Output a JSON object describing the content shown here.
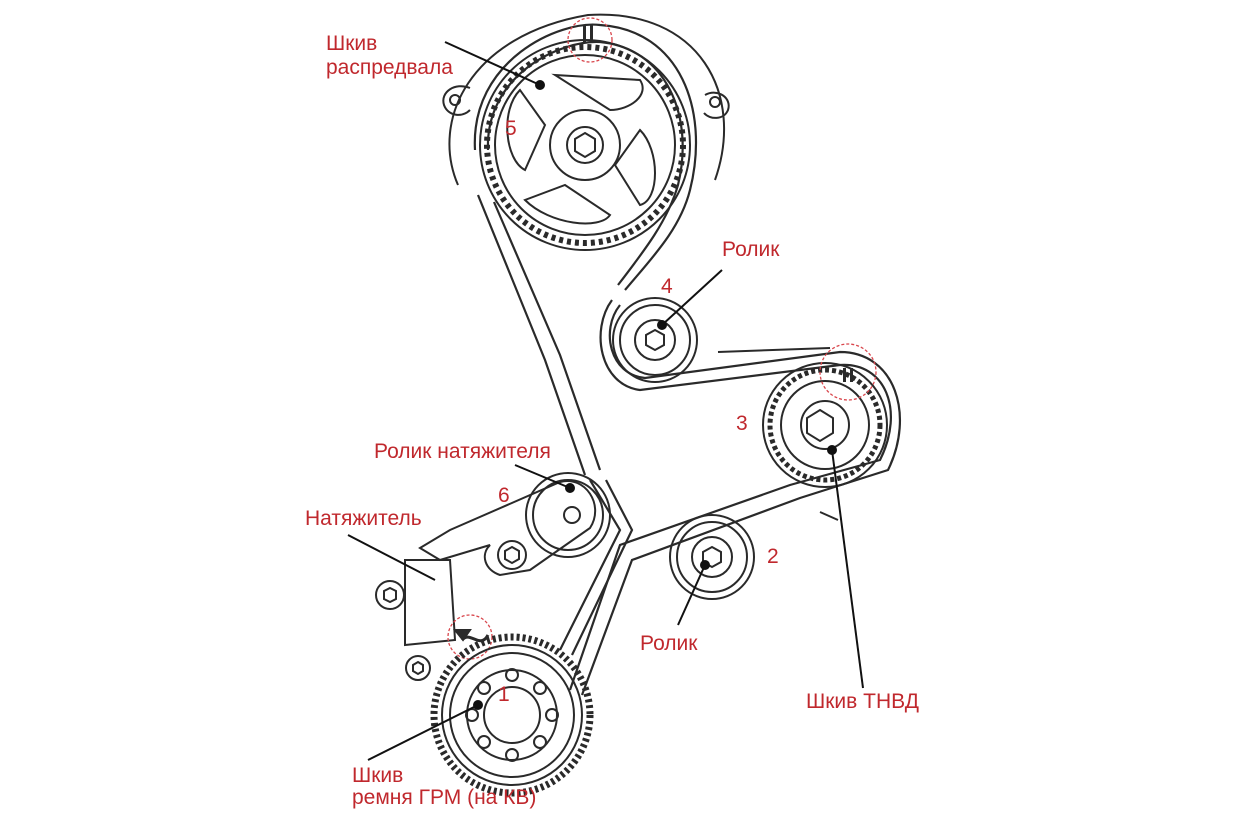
{
  "labels": {
    "camshaft_line1": "Шкив",
    "camshaft_line2": "распредвала",
    "roller_top": "Ролик",
    "tensioner_roller": "Ролик натяжителя",
    "tensioner": "Натяжитель",
    "roller_bottom": "Ролик",
    "injection_pump_pulley": "Шкив ТНВД",
    "crank_line1": "Шкив",
    "crank_line2": "ремня ГРМ (на КВ)"
  },
  "numbers": {
    "n1": "1",
    "n2": "2",
    "n3": "3",
    "n4": "4",
    "n5": "5",
    "n6": "6"
  },
  "colors": {
    "label": "#c0282d",
    "line": "#2a2a2a",
    "mark_circle": "#d9474d"
  }
}
